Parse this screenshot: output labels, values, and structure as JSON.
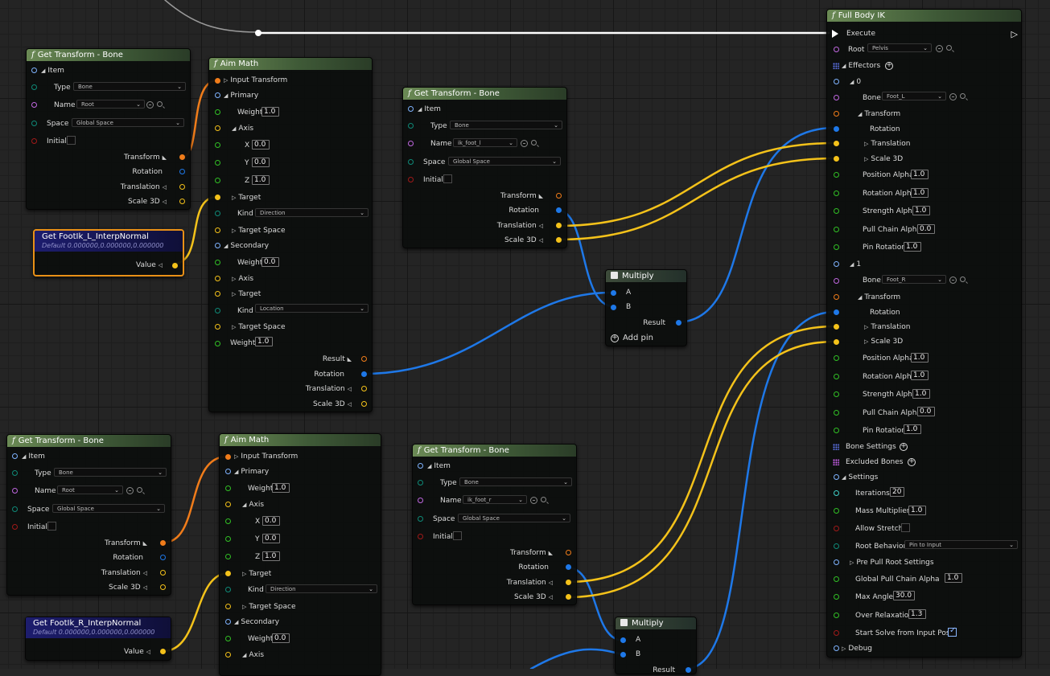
{
  "colors": {
    "exec": "#ffffff",
    "transform": "#f07c1a",
    "rotation": "#1e78e8",
    "vector": "#f4c21a",
    "name": "#c067e0",
    "enum": "#0f8a78",
    "bool": "#a01919",
    "float": "#31c025",
    "bone_array": "#5a6fe0",
    "exclude_array": "#c860e8"
  },
  "icons": {
    "function": "function-icon",
    "multiply": "multiply-icon",
    "reset": "reset-to-default-icon",
    "browse": "browse-magnifier-icon",
    "add": "add-element-icon"
  },
  "labels": {
    "item": "Item",
    "type": "Type",
    "name": "Name",
    "space": "Space",
    "initial": "Initial",
    "transform": "Transform",
    "rotation": "Rotation",
    "translation": "Translation",
    "scale3d": "Scale 3D",
    "value": "Value",
    "input_transform": "Input Transform",
    "primary": "Primary",
    "secondary": "Secondary",
    "weight": "Weight",
    "axis": "Axis",
    "x": "X",
    "y": "Y",
    "z": "Z",
    "target": "Target",
    "kind": "Kind",
    "target_space": "Target Space",
    "result": "Result",
    "a": "A",
    "b": "B",
    "add_pin": "Add pin"
  },
  "values": {
    "bone": "Bone",
    "root": "Root",
    "global_space": "Global Space",
    "direction": "Direction",
    "location": "Location",
    "w1": "1.0",
    "w0": "0.0",
    "ax0": "0.0",
    "ax1": "1.0",
    "ik_foot_l": "ik_foot_l",
    "ik_foot_r": "ik_foot_r"
  },
  "var_nodes": {
    "left": {
      "title": "Get FootIk_L_InterpNormal",
      "subtitle": "Default 0.000000,0.000000,0.000000"
    },
    "right": {
      "title": "Get FootIk_R_InterpNormal",
      "subtitle": "Default 0.000000,0.000000,0.000000"
    }
  },
  "titles": {
    "get_transform": "Get Transform - Bone",
    "aim_math": "Aim Math",
    "multiply": "Multiply",
    "full_body_ik": "Full Body IK"
  },
  "fbik": {
    "execute": "Execute",
    "root": "Root",
    "root_value": "Pelvis",
    "effectors": "Effectors",
    "idx0": "0",
    "idx1": "1",
    "bone": "Bone",
    "bone0": "Foot_L",
    "bone1": "Foot_R",
    "transform": "Transform",
    "rotation": "Rotation",
    "translation": "Translation",
    "scale3d": "Scale 3D",
    "position_alpha": "Position Alpha",
    "rotation_alpha": "Rotation Alpha",
    "strength_alpha": "Strength Alpha",
    "pull_chain_alpha": "Pull Chain Alpha",
    "pin_rotation": "Pin Rotation",
    "v_position_alpha": "1.0",
    "v_rotation_alpha": "1.0",
    "v_strength_alpha": "1.0",
    "v_pull_chain_alpha": "0.0",
    "v_pin_rotation": "1.0",
    "bone_settings": "Bone Settings",
    "excluded_bones": "Excluded Bones",
    "settings": "Settings",
    "iterations": "Iterations",
    "v_iterations": "20",
    "mass_multiplier": "Mass Multiplier",
    "v_mass_multiplier": "1.0",
    "allow_stretch": "Allow Stretch",
    "root_behavior": "Root Behavior",
    "v_root_behavior": "Pin to Input",
    "pre_pull": "Pre Pull Root Settings",
    "global_pull": "Global Pull Chain Alpha",
    "v_global_pull": "1.0",
    "max_angle": "Max Angle",
    "v_max_angle": "30.0",
    "over_relaxation": "Over Relaxation",
    "v_over_relaxation": "1.3",
    "start_solve": "Start Solve from Input Pose",
    "debug": "Debug"
  }
}
